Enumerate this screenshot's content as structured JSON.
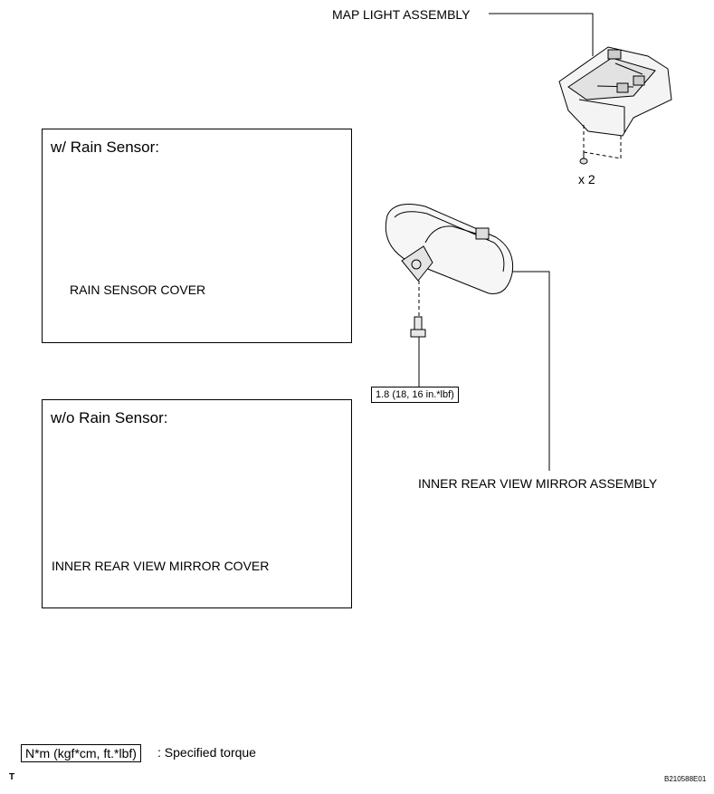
{
  "map_light": {
    "label": "MAP LIGHT ASSEMBLY",
    "qty": "x 2"
  },
  "rain_box": {
    "title": "w/ Rain Sensor:",
    "part": "RAIN SENSOR COVER"
  },
  "no_rain_box": {
    "title": "w/o Rain Sensor:",
    "part": "INNER REAR VIEW MIRROR COVER"
  },
  "mirror": {
    "label": "INNER REAR VIEW MIRROR ASSEMBLY",
    "torque": "1.8 (18, 16 in.*lbf)"
  },
  "legend": {
    "unit": "N*m (kgf*cm, ft.*lbf)",
    "desc": ": Specified torque"
  },
  "footer": {
    "mark": "T",
    "code": "B210588E01"
  }
}
